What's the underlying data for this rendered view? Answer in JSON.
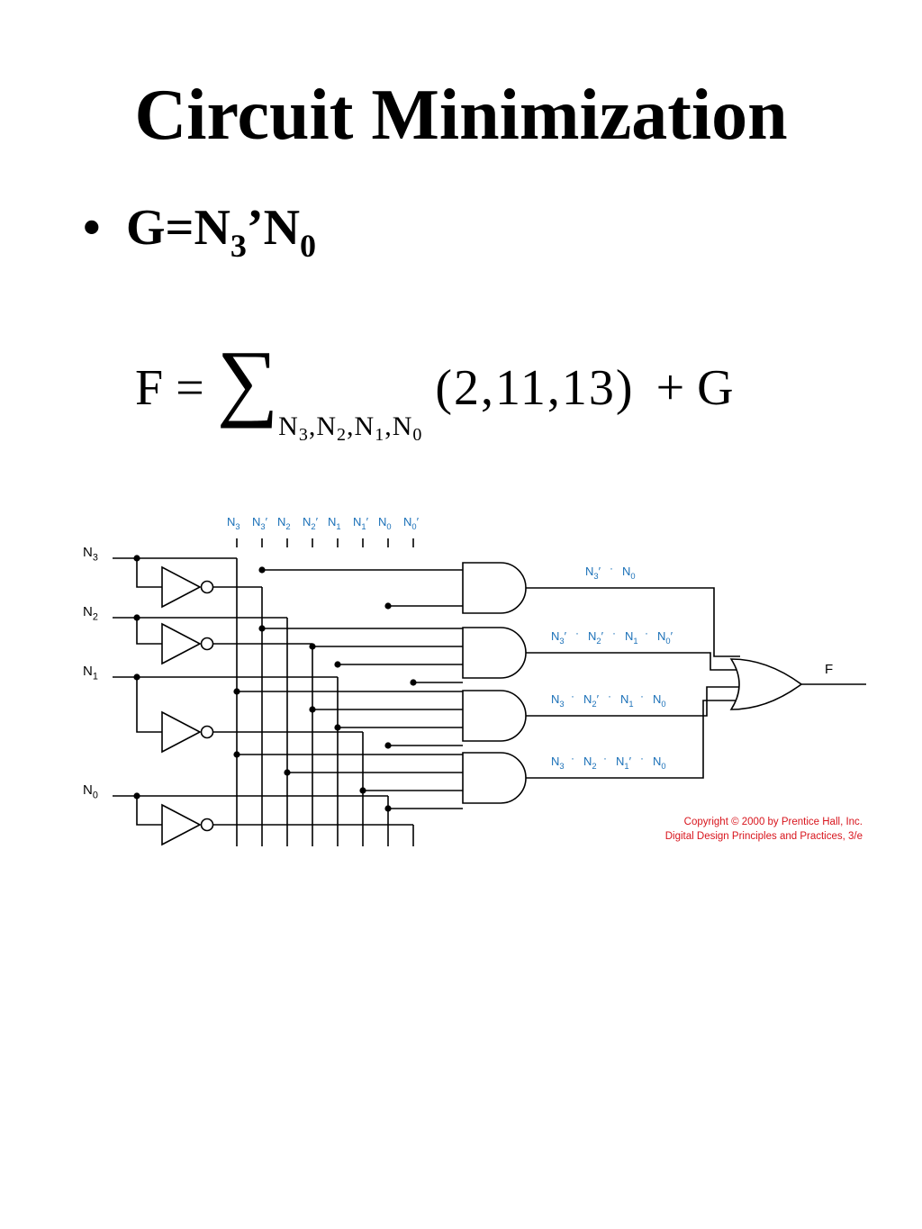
{
  "slide": {
    "title": "Circuit Minimization",
    "bullet": {
      "marker": "•",
      "lhs": "G=N",
      "sub1": "3",
      "mid": "’N",
      "sub2": "0"
    },
    "formula": {
      "lhs": "F =",
      "sigma": "∑",
      "vars": [
        {
          "letter": "N",
          "sub": "3",
          "sep": ","
        },
        {
          "letter": "N",
          "sub": "2",
          "sep": ","
        },
        {
          "letter": "N",
          "sub": "1",
          "sep": ","
        },
        {
          "letter": "N",
          "sub": "0",
          "sep": ""
        }
      ],
      "args": "(2,11,13)",
      "plus": "+ G"
    }
  },
  "circuit": {
    "colors": {
      "wire": "#000000",
      "label": "#1a70b8",
      "copyright": "#d8141c"
    },
    "inputs": [
      {
        "letter": "N",
        "sub": "3"
      },
      {
        "letter": "N",
        "sub": "2"
      },
      {
        "letter": "N",
        "sub": "1"
      },
      {
        "letter": "N",
        "sub": "0"
      }
    ],
    "bus_labels": [
      {
        "letter": "N",
        "sub": "3",
        "prime": ""
      },
      {
        "letter": "N",
        "sub": "3",
        "prime": "′"
      },
      {
        "letter": "N",
        "sub": "2",
        "prime": ""
      },
      {
        "letter": "N",
        "sub": "2",
        "prime": "′"
      },
      {
        "letter": "N",
        "sub": "1",
        "prime": ""
      },
      {
        "letter": "N",
        "sub": "1",
        "prime": "′"
      },
      {
        "letter": "N",
        "sub": "0",
        "prime": ""
      },
      {
        "letter": "N",
        "sub": "0",
        "prime": "′"
      }
    ],
    "and_terms": [
      [
        {
          "l": "N",
          "s": "3",
          "p": "′"
        },
        {
          "l": "N",
          "s": "0",
          "p": ""
        }
      ],
      [
        {
          "l": "N",
          "s": "3",
          "p": "′"
        },
        {
          "l": "N",
          "s": "2",
          "p": "′"
        },
        {
          "l": "N",
          "s": "1",
          "p": ""
        },
        {
          "l": "N",
          "s": "0",
          "p": "′"
        }
      ],
      [
        {
          "l": "N",
          "s": "3",
          "p": ""
        },
        {
          "l": "N",
          "s": "2",
          "p": "′"
        },
        {
          "l": "N",
          "s": "1",
          "p": ""
        },
        {
          "l": "N",
          "s": "0",
          "p": ""
        }
      ],
      [
        {
          "l": "N",
          "s": "3",
          "p": ""
        },
        {
          "l": "N",
          "s": "2",
          "p": ""
        },
        {
          "l": "N",
          "s": "1",
          "p": "′"
        },
        {
          "l": "N",
          "s": "0",
          "p": ""
        }
      ]
    ],
    "output_label": "F",
    "copyright": [
      "Copyright © 2000 by Prentice Hall, Inc.",
      "Digital Design Principles and Practices, 3/e"
    ]
  }
}
